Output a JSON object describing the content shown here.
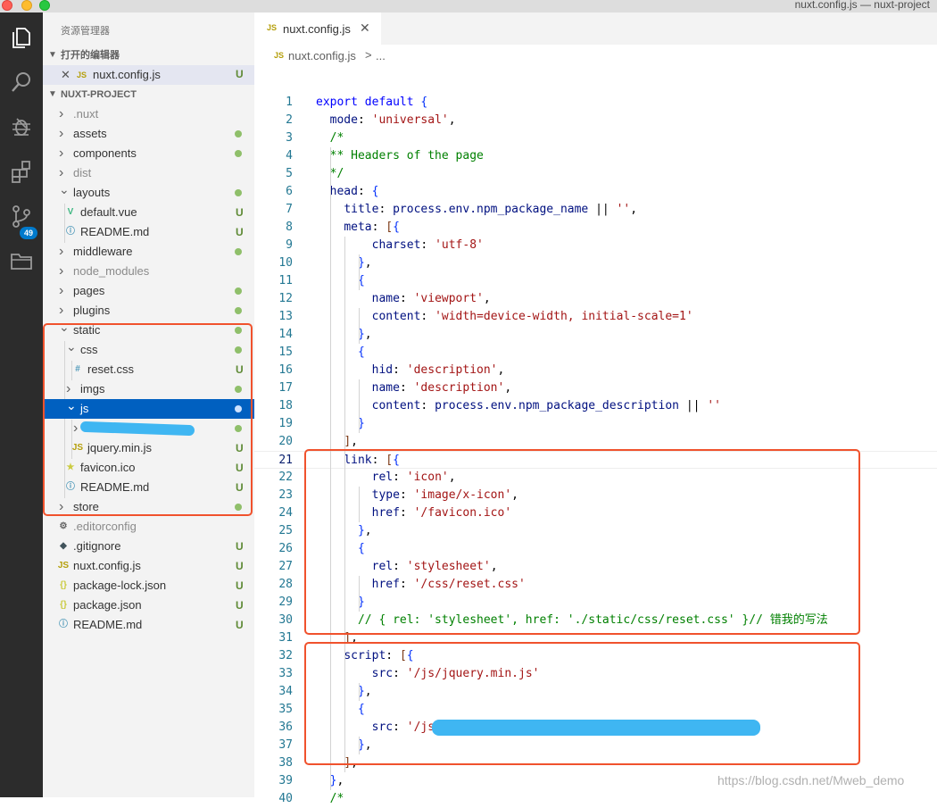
{
  "window": {
    "title": "nuxt.config.js — nuxt-project"
  },
  "activity_bar": {
    "icons": [
      "files-icon",
      "search-icon",
      "debug-icon",
      "extensions-icon",
      "source-control-icon",
      "folder-icon"
    ],
    "source_control_badge": "49"
  },
  "sidebar": {
    "title": "资源管理器",
    "open_editors": {
      "header": "打开的编辑器",
      "items": [
        {
          "label": "nuxt.config.js",
          "status": "U"
        }
      ]
    },
    "project": {
      "header": "NUXT-PROJECT",
      "items": [
        {
          "label": ".nuxt",
          "status": ""
        },
        {
          "label": "assets",
          "status": "dot"
        },
        {
          "label": "components",
          "status": "dot"
        },
        {
          "label": "dist",
          "status": ""
        },
        {
          "label": "layouts",
          "status": "dot"
        },
        {
          "label": "default.vue",
          "status": "U"
        },
        {
          "label": "README.md",
          "status": "U"
        },
        {
          "label": "middleware",
          "status": "dot"
        },
        {
          "label": "node_modules",
          "status": ""
        },
        {
          "label": "pages",
          "status": "dot"
        },
        {
          "label": "plugins",
          "status": "dot"
        },
        {
          "label": "static",
          "status": "dot"
        },
        {
          "label": "css",
          "status": "dot"
        },
        {
          "label": "reset.css",
          "status": "U"
        },
        {
          "label": "imgs",
          "status": "dot"
        },
        {
          "label": "js",
          "status": "dot"
        },
        {
          "label": "",
          "status": "dot"
        },
        {
          "label": "jquery.min.js",
          "status": "U"
        },
        {
          "label": "favicon.ico",
          "status": "U"
        },
        {
          "label": "README.md",
          "status": "U"
        },
        {
          "label": "store",
          "status": "dot"
        },
        {
          "label": ".editorconfig",
          "status": ""
        },
        {
          "label": ".gitignore",
          "status": "U"
        },
        {
          "label": "nuxt.config.js",
          "status": "U"
        },
        {
          "label": "package-lock.json",
          "status": "U"
        },
        {
          "label": "package.json",
          "status": "U"
        },
        {
          "label": "README.md",
          "status": "U"
        }
      ]
    }
  },
  "editor": {
    "tab": {
      "label": "nuxt.config.js",
      "badge": "JS"
    },
    "breadcrumb": {
      "file": "nuxt.config.js",
      "sep": ">",
      "more": "..."
    },
    "current_line": 21,
    "lines": [
      {
        "n": "1",
        "t": "export default {"
      },
      {
        "n": "2",
        "t": "  mode: 'universal',"
      },
      {
        "n": "3",
        "t": "  /*"
      },
      {
        "n": "4",
        "t": "  ** Headers of the page"
      },
      {
        "n": "5",
        "t": "  */"
      },
      {
        "n": "6",
        "t": "  head: {"
      },
      {
        "n": "7",
        "t": "    title: process.env.npm_package_name || '',"
      },
      {
        "n": "8",
        "t": "    meta: [{"
      },
      {
        "n": "9",
        "t": "        charset: 'utf-8'"
      },
      {
        "n": "10",
        "t": "      },"
      },
      {
        "n": "11",
        "t": "      {"
      },
      {
        "n": "12",
        "t": "        name: 'viewport',"
      },
      {
        "n": "13",
        "t": "        content: 'width=device-width, initial-scale=1'"
      },
      {
        "n": "14",
        "t": "      },"
      },
      {
        "n": "15",
        "t": "      {"
      },
      {
        "n": "16",
        "t": "        hid: 'description',"
      },
      {
        "n": "17",
        "t": "        name: 'description',"
      },
      {
        "n": "18",
        "t": "        content: process.env.npm_package_description || ''"
      },
      {
        "n": "19",
        "t": "      }"
      },
      {
        "n": "20",
        "t": "    ],"
      },
      {
        "n": "21",
        "t": "    link: [{"
      },
      {
        "n": "22",
        "t": "        rel: 'icon',"
      },
      {
        "n": "23",
        "t": "        type: 'image/x-icon',"
      },
      {
        "n": "24",
        "t": "        href: '/favicon.ico'"
      },
      {
        "n": "25",
        "t": "      },"
      },
      {
        "n": "26",
        "t": "      {"
      },
      {
        "n": "27",
        "t": "        rel: 'stylesheet',"
      },
      {
        "n": "28",
        "t": "        href: '/css/reset.css'"
      },
      {
        "n": "29",
        "t": "      }"
      },
      {
        "n": "30",
        "t": "      // { rel: 'stylesheet', href: './static/css/reset.css' }// 错我的写法"
      },
      {
        "n": "31",
        "t": "    ],"
      },
      {
        "n": "32",
        "t": "    script: [{"
      },
      {
        "n": "33",
        "t": "        src: '/js/jquery.min.js'"
      },
      {
        "n": "34",
        "t": "      },"
      },
      {
        "n": "35",
        "t": "      {"
      },
      {
        "n": "36",
        "t": "        src: '/js"
      },
      {
        "n": "37",
        "t": "      },"
      },
      {
        "n": "38",
        "t": "    ],"
      },
      {
        "n": "39",
        "t": "  },"
      },
      {
        "n": "40",
        "t": "  /*"
      }
    ]
  },
  "watermark": "https://blog.csdn.net/Mweb_demo",
  "colors": {
    "accent": "#007acc",
    "selection": "#0060c0",
    "annotation": "#f0522d",
    "scribble": "#3fb6f2"
  }
}
